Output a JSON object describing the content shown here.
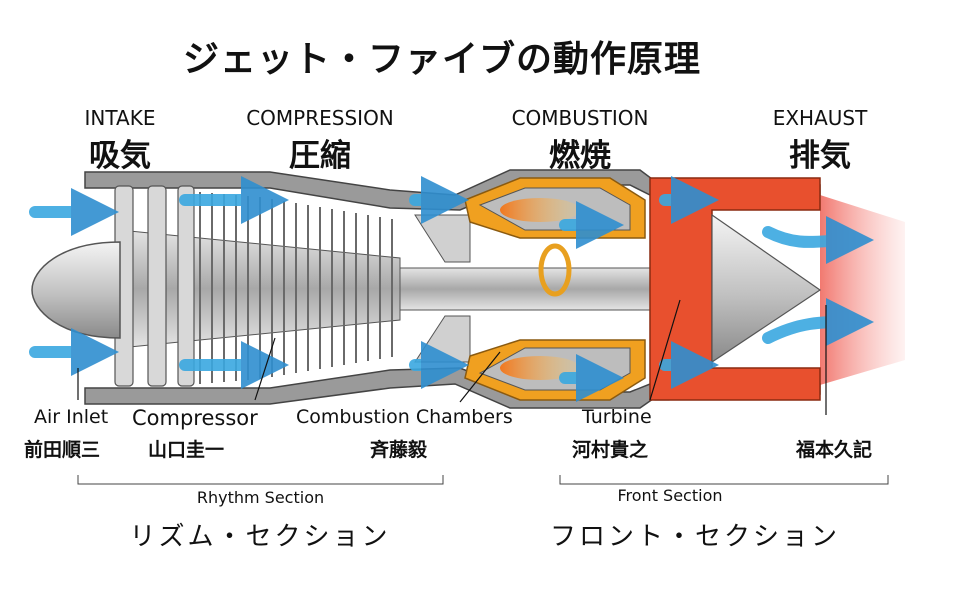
{
  "title": "ジェット・ファイブの動作原理",
  "sections": {
    "intake": {
      "en": "INTAKE",
      "jp": "吸気"
    },
    "compression": {
      "en": "COMPRESSION",
      "jp": "圧縮"
    },
    "combustion": {
      "en": "COMBUSTION",
      "jp": "燃焼"
    },
    "exhaust": {
      "en": "EXHAUST",
      "jp": "排気"
    }
  },
  "parts": {
    "air_inlet": {
      "label": "Air Inlet",
      "member": "前田順三"
    },
    "compressor": {
      "label": "Compressor",
      "member": "山口圭一"
    },
    "combustion_chambers": {
      "label": "Combustion Chambers",
      "member": "斉藤毅"
    },
    "turbine": {
      "label": "Turbine",
      "member": "河村貴之"
    },
    "exhaust_member": "福本久記"
  },
  "groups": {
    "rhythm": {
      "en": "Rhythm Section",
      "jp": "リズム・セクション"
    },
    "front": {
      "en": "Front Section",
      "jp": "フロント・セクション"
    }
  },
  "colors": {
    "airflow": "#3aa8e0",
    "casing": "#9a9a9a",
    "combustion": "#f0a020",
    "exhaust_nozzle": "#e8502e",
    "exhaust_plume": "#f48a86"
  }
}
